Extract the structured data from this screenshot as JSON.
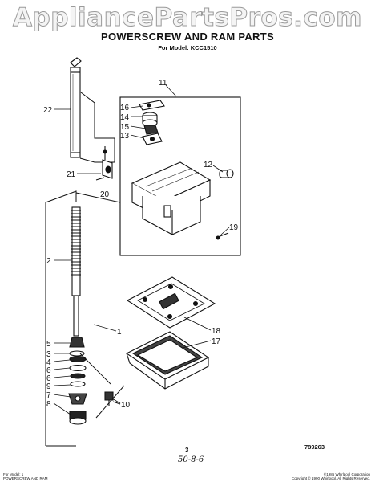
{
  "watermark": "AppliancePartsPros.com",
  "title": "POWERSCREW AND RAM PARTS",
  "subtitle": "For Model: KCC1510",
  "labels": {
    "p1": "1",
    "p2": "2",
    "p3": "3",
    "p4a": "4",
    "p4b": "4",
    "p5": "5",
    "p6a": "6",
    "p6b": "6",
    "p7": "7",
    "p8": "8",
    "p9": "9",
    "p10": "10",
    "p11": "11",
    "p12": "12",
    "p13": "13",
    "p14": "14",
    "p15": "15",
    "p16": "16",
    "p17": "17",
    "p18": "18",
    "p19": "19",
    "p20": "20",
    "p21": "21",
    "p22": "22"
  },
  "footer": {
    "page_number": "3",
    "part_number": "789263",
    "handwritten": "50-8-6",
    "left_line1": "For Model: 1",
    "left_line2": "POWERSCREW AND RAM",
    "right_line1": "©1985 Whirlpool Corporation",
    "right_line2": "Copyright © 1990 Whirlpool. All Rights Reserved."
  }
}
